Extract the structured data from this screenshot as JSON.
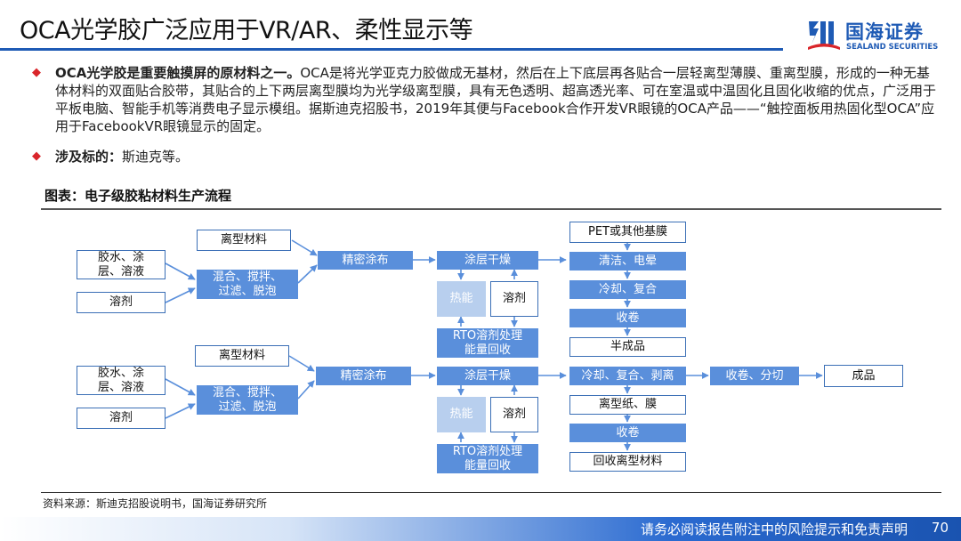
{
  "header": {
    "title": "OCA光学胶广泛应用于VR/AR、柔性显示等",
    "logo_cn": "国海证券",
    "logo_en": "SEALAND SECURITIES"
  },
  "bullets": {
    "b1_bold": "OCA光学胶是重要触摸屏的原材料之一。",
    "b1_text": "OCA是将光学亚克力胶做成无基材，然后在上下底层再各贴合一层轻离型薄膜、重离型膜，形成的一种无基体材料的双面贴合胶带，其贴合的上下两层离型膜均为光学级离型膜，具有无色透明、超高透光率、可在室温或中温固化且固化收缩的优点，广泛用于平板电脑、智能手机等消费电子显示模组。据斯迪克招股书，2019年其便与Facebook合作开发VR眼镜的OCA产品——“触控面板用热固化型OCA”应用于FacebookVR眼镜显示的固定。",
    "b2_bold": "涉及标的：",
    "b2_text": "斯迪克等。"
  },
  "figure": {
    "title": "图表：电子级胶粘材料生产流程",
    "top": {
      "release_material": "离型材料",
      "glue": "胶水、涂层、溶液",
      "solvent": "溶剂",
      "mix": "混合、搅拌、过滤、脱泡",
      "coating": "精密涂布",
      "drying": "涂层干燥",
      "heat": "热能",
      "solvent2": "溶剂",
      "rto": "RTO溶剂处理能量回收",
      "pet": "PET或其他基膜",
      "clean": "清洁、电晕",
      "cool": "冷却、复合",
      "roll": "收卷",
      "semi": "半成品"
    },
    "bottom": {
      "release_material": "离型材料",
      "glue": "胶水、涂层、溶液",
      "solvent": "溶剂",
      "mix": "混合、搅拌、过滤、脱泡",
      "coating": "精密涂布",
      "drying": "涂层干燥",
      "heat": "热能",
      "solvent2": "溶剂",
      "rto": "RTO溶剂处理能量回收",
      "cool": "冷却、复合、剥离",
      "release_paper": "离型纸、膜",
      "roll": "收卷",
      "recycle": "回收离型材料",
      "slit": "收卷、分切",
      "product": "成品"
    }
  },
  "source": "资料来源：斯迪克招股说明书，国海证券研究所",
  "footer": {
    "disclaimer": "请务必阅读报告附注中的风险提示和免责声明",
    "page": "70"
  },
  "colors": {
    "accent": "#1f5bb5",
    "bullet": "#d9252a",
    "box_fill": "#5a8fdb",
    "box_light": "#b8cfee"
  }
}
